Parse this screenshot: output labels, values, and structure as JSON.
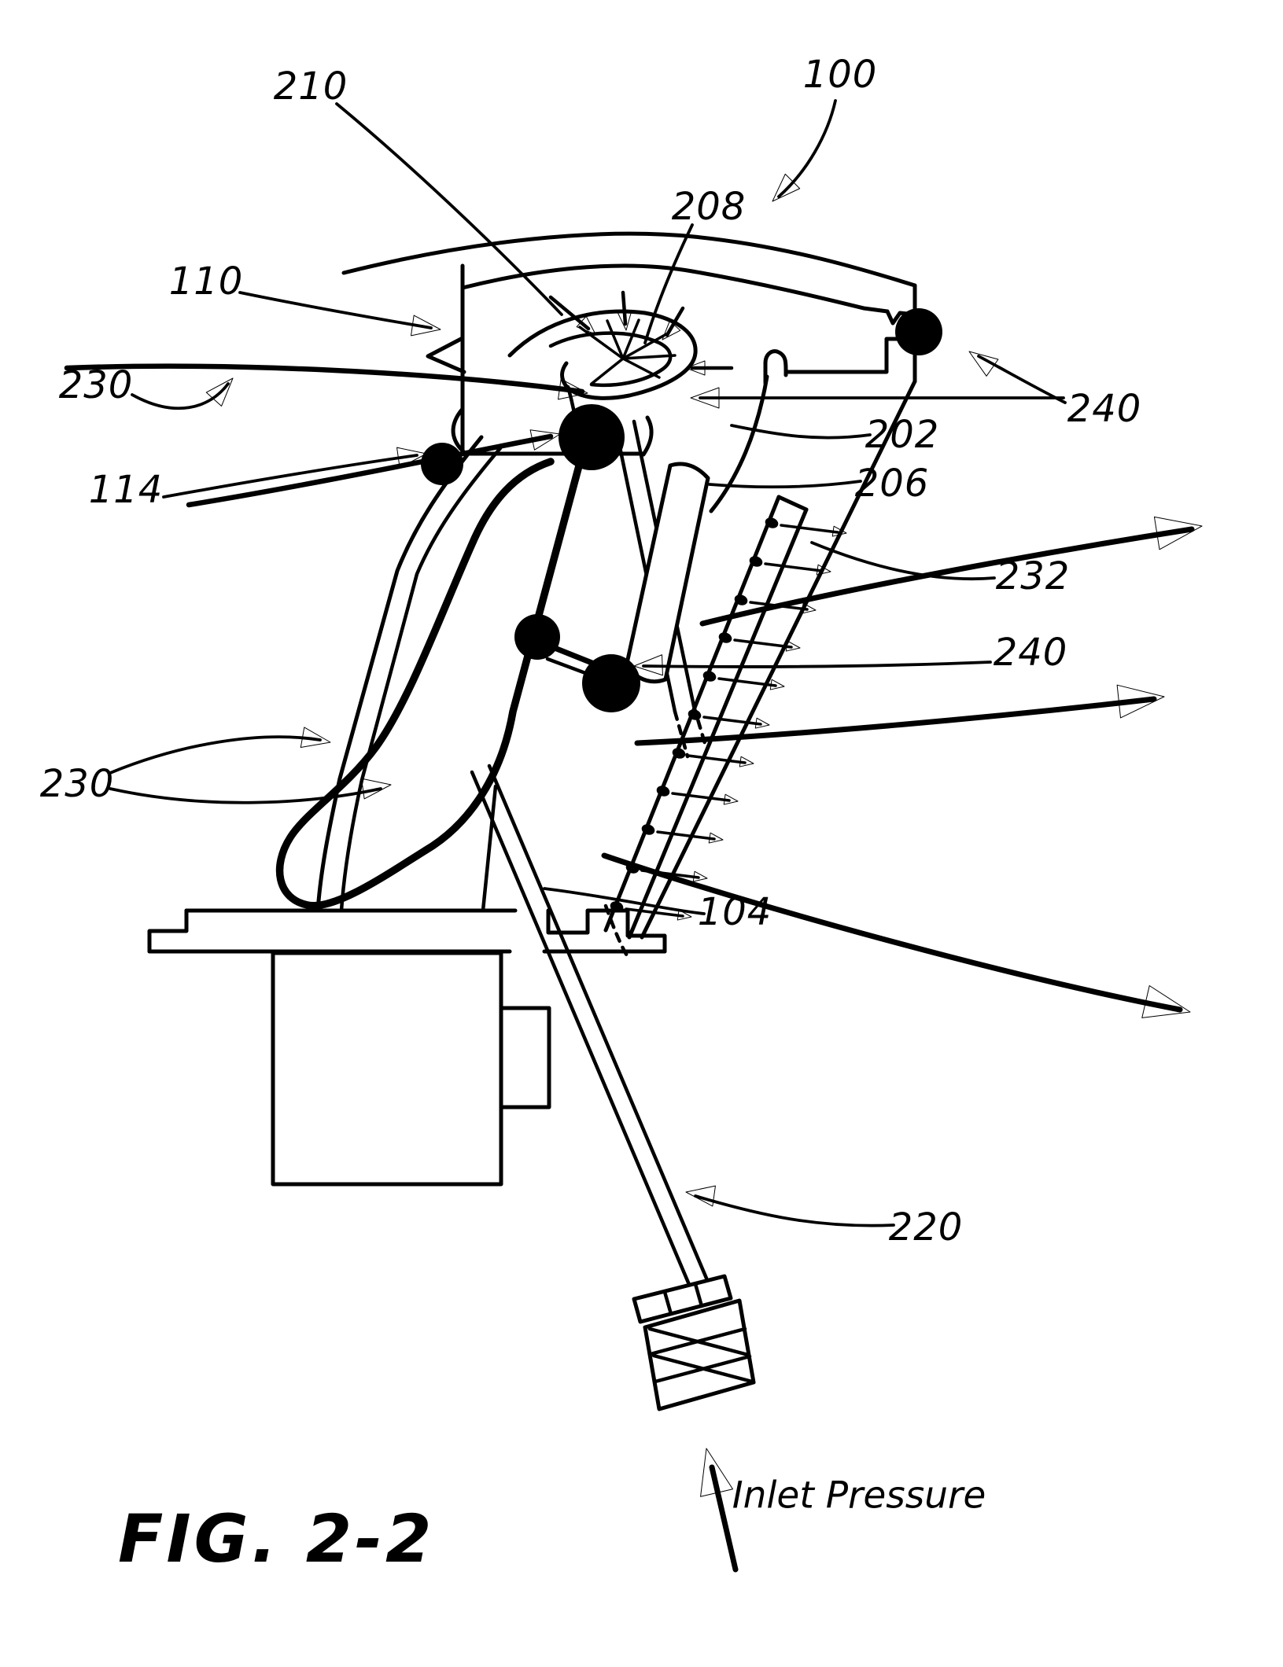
{
  "figure": {
    "caption": "FIG. 2-2",
    "inlet_label": "Inlet Pressure"
  },
  "labels": {
    "l210": "210",
    "l100": "100",
    "l208": "208",
    "l110": "110",
    "l230a": "230",
    "l114": "114",
    "l202": "202",
    "l206": "206",
    "l232": "232",
    "l240a": "240",
    "l240b": "240",
    "l230b": "230",
    "l104": "104",
    "l220": "220"
  }
}
